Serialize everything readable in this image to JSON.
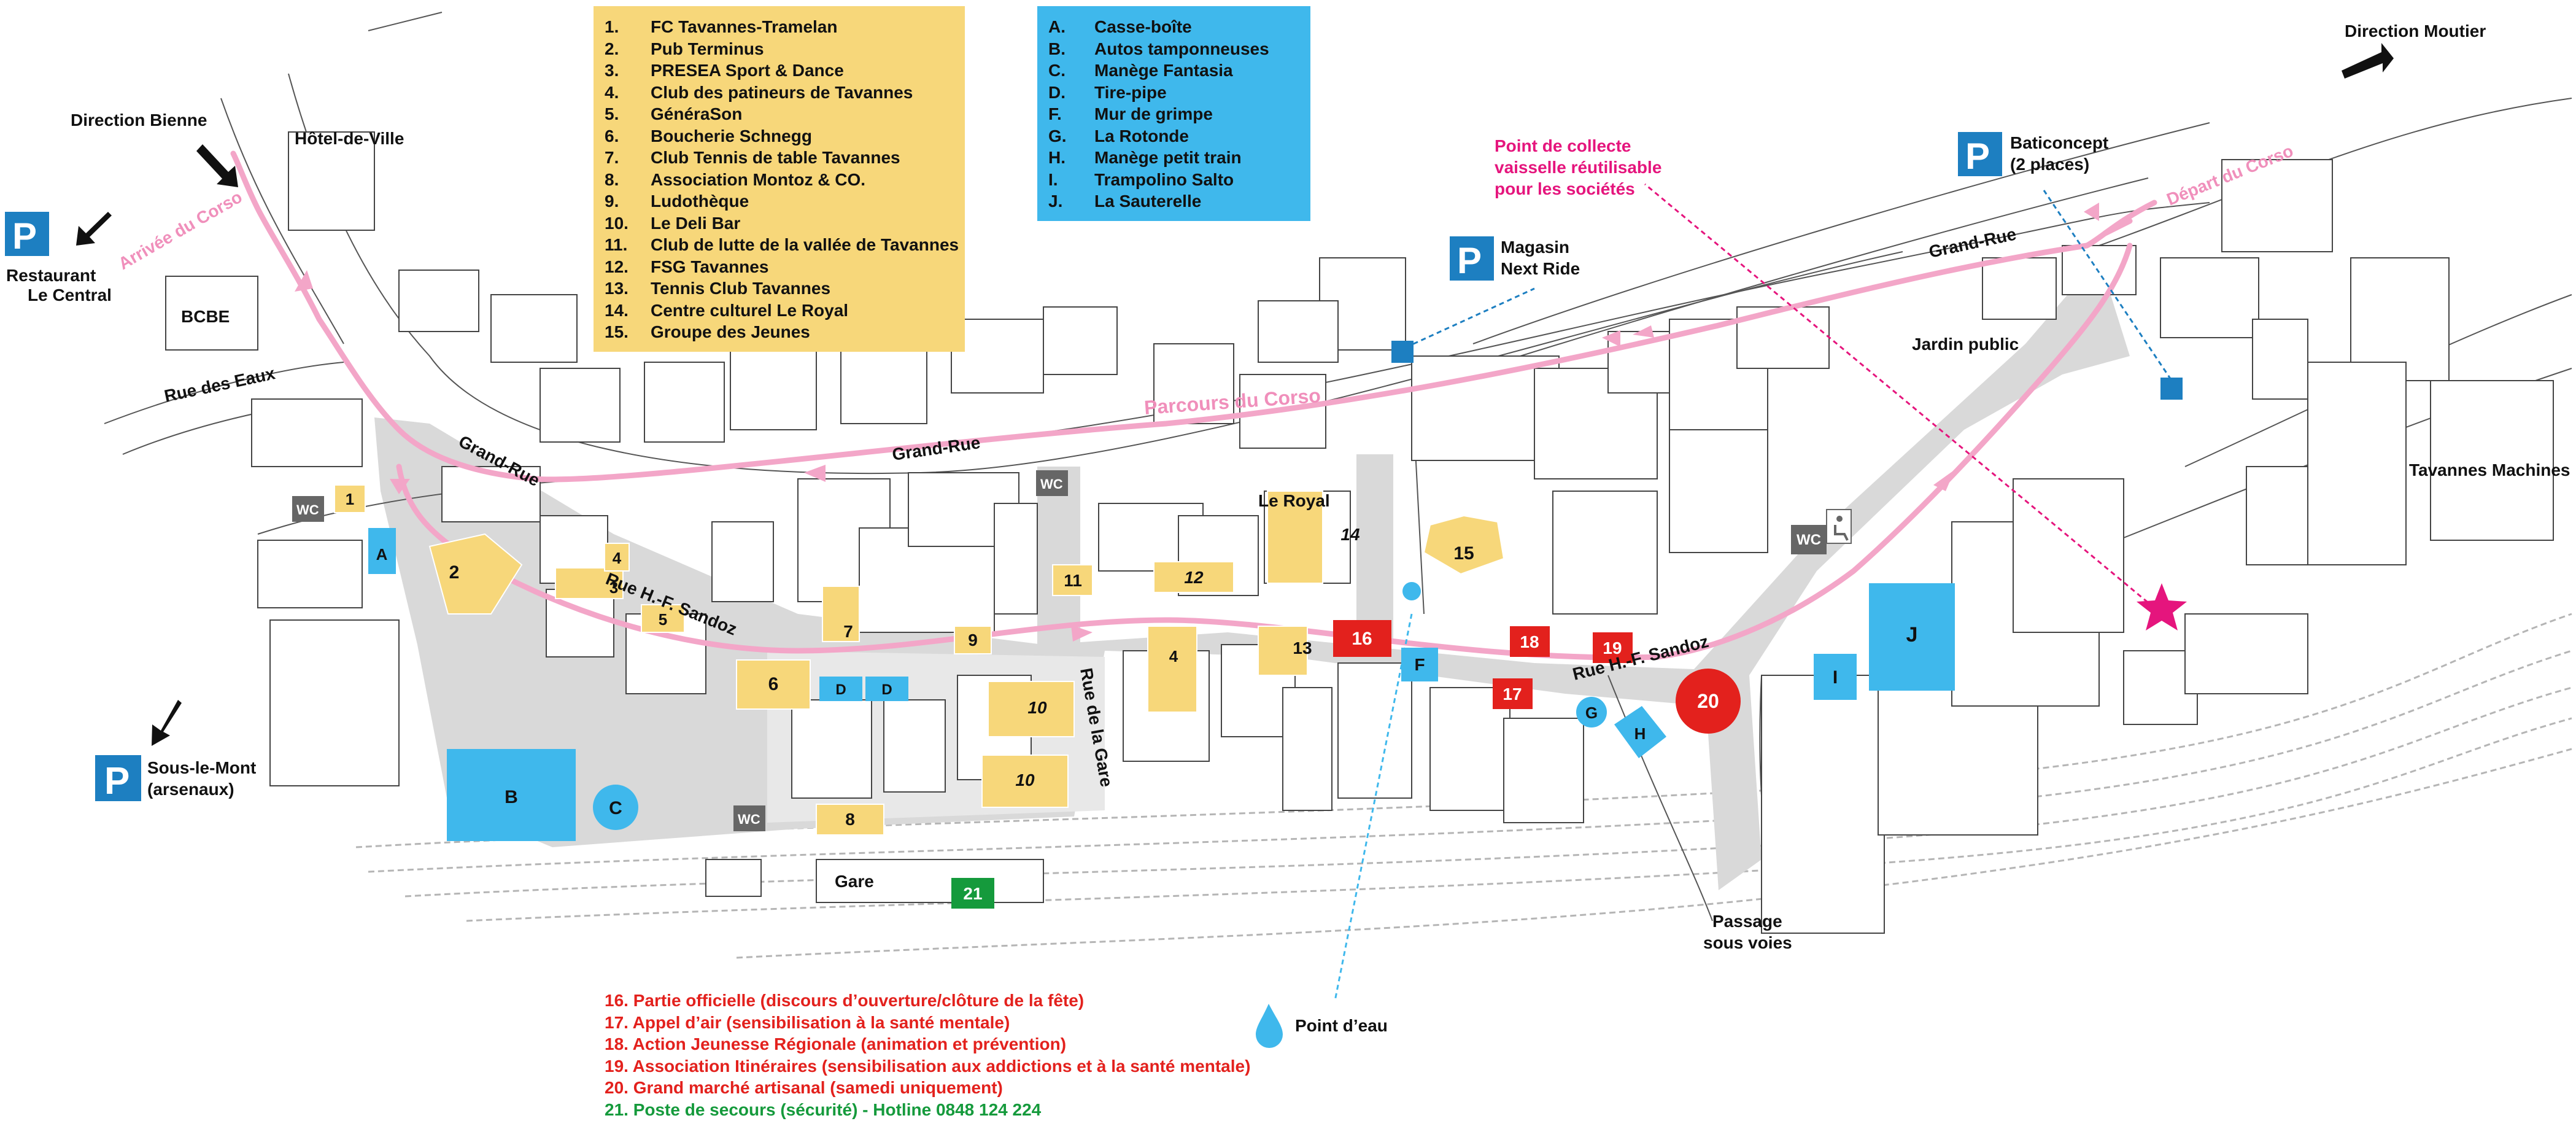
{
  "colors": {
    "yellow": "#f7d77a",
    "blue": "#3fb8ec",
    "red": "#e3211d",
    "green": "#159a3c",
    "pink": "#f3a6c8",
    "magenta": "#e5157d",
    "parking": "#1d7fc1",
    "wc": "#666666",
    "road": "#d9d9d9"
  },
  "legend_yellow": [
    {
      "key": "1.",
      "text": "FC Tavannes-Tramelan"
    },
    {
      "key": "2.",
      "text": "Pub Terminus"
    },
    {
      "key": "3.",
      "text": "PRESEA Sport & Dance"
    },
    {
      "key": "4.",
      "text": "Club des patineurs de Tavannes"
    },
    {
      "key": "5.",
      "text": "GénéraSon"
    },
    {
      "key": "6.",
      "text": "Boucherie Schnegg"
    },
    {
      "key": "7.",
      "text": "Club Tennis de table Tavannes"
    },
    {
      "key": "8.",
      "text": "Association Montoz & CO."
    },
    {
      "key": "9.",
      "text": "Ludothèque"
    },
    {
      "key": "10.",
      "text": "Le Deli Bar"
    },
    {
      "key": "11.",
      "text": "Club de lutte de la vallée de Tavannes"
    },
    {
      "key": "12.",
      "text": "FSG Tavannes"
    },
    {
      "key": "13.",
      "text": "Tennis Club Tavannes"
    },
    {
      "key": "14.",
      "text": "Centre culturel Le Royal"
    },
    {
      "key": "15.",
      "text": "Groupe des Jeunes"
    }
  ],
  "legend_blue": [
    {
      "key": "A.",
      "text": "Casse-boîte"
    },
    {
      "key": "B.",
      "text": "Autos tamponneuses"
    },
    {
      "key": "C.",
      "text": "Manège Fantasia"
    },
    {
      "key": "D.",
      "text": "Tire-pipe"
    },
    {
      "key": "F.",
      "text": "Mur de grimpe"
    },
    {
      "key": "G.",
      "text": "La Rotonde"
    },
    {
      "key": "H.",
      "text": "Manège petit train"
    },
    {
      "key": "I.",
      "text": "Trampolino Salto"
    },
    {
      "key": "J.",
      "text": "La Sauterelle"
    }
  ],
  "legend_bottom": [
    {
      "text": "16. Partie officielle (discours d’ouverture/clôture de la fête)",
      "color": "#e3211d"
    },
    {
      "text": "17. Appel d’air (sensibilisation à la santé mentale)",
      "color": "#e3211d"
    },
    {
      "text": "18. Action Jeunesse Régionale (animation et prévention)",
      "color": "#e3211d"
    },
    {
      "text": "19. Association Itinéraires (sensibilisation aux addictions et à la santé mentale)",
      "color": "#e3211d"
    },
    {
      "text": "20. Grand marché artisanal (samedi uniquement)",
      "color": "#e3211d"
    },
    {
      "text": "21. Poste de secours (sécurité) - Hotline 0848 124 224",
      "color": "#159a3c"
    }
  ],
  "labels": {
    "direction_bienne": "Direction Bienne",
    "direction_moutier": "Direction Moutier",
    "hotel_de_ville": "Hôtel-de-Ville",
    "restaurant_1": "Restaurant",
    "restaurant_2": "Le Central",
    "bcbe": "BCBE",
    "rue_des_eaux": "Rue des Eaux",
    "grand_rue_left": "Grand-Rue",
    "grand_rue_mid": "Grand-Rue",
    "grand_rue_right": "Grand-Rue",
    "rue_sandoz_left": "Rue H.-F. Sandoz",
    "rue_sandoz_right": "Rue H.-F. Sandoz",
    "rue_de_la_gare": "Rue de la Gare",
    "arrivee_corso": "Arrivée du Corso",
    "depart_corso": "Départ du Corso",
    "parcours_corso": "Parcours du Corso",
    "le_royal": "Le Royal",
    "jardin_public": "Jardin public",
    "tavannes_machines": "Tavannes Machines",
    "gare": "Gare",
    "passage_1": "Passage",
    "passage_2": "sous voies",
    "point_eau": "Point d’eau",
    "sous_le_mont_1": "Sous-le-Mont",
    "sous_le_mont_2": "(arsenaux)",
    "magasin_1": "Magasin",
    "magasin_2": "Next Ride",
    "baticoncept_1": "Baticoncept",
    "baticoncept_2": "(2 places)",
    "collecte_1": "Point de collecte",
    "collecte_2": "vaisselle réutilisable",
    "collecte_3": "pour les sociétés",
    "wc": "WC",
    "parking": "P"
  },
  "markers": {
    "m1": "1",
    "m2": "2",
    "m3": "3",
    "m4a": "4",
    "m4b": "4",
    "m5": "5",
    "m6": "6",
    "m7": "7",
    "m8": "8",
    "m9": "9",
    "m10a": "10",
    "m10b": "10",
    "m11": "11",
    "m12": "12",
    "m13": "13",
    "m14": "14",
    "m15": "15",
    "m16": "16",
    "m17": "17",
    "m18": "18",
    "m19": "19",
    "m20": "20",
    "m21": "21",
    "mA": "A",
    "mB": "B",
    "mC": "C",
    "mD": "D",
    "mD2": "D",
    "mF": "F",
    "mG": "G",
    "mH": "H",
    "mI": "I",
    "mJ": "J"
  }
}
